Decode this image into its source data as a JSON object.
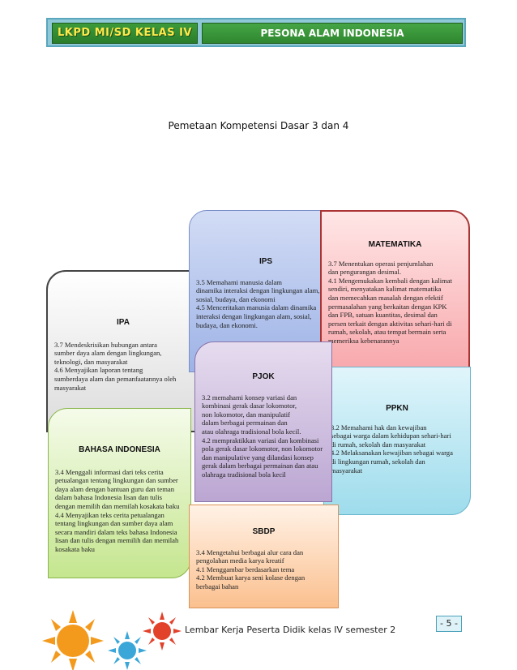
{
  "header": {
    "left_label": "LKPD MI/SD KELAS  IV",
    "right_label": "PESONA ALAM INDONESIA"
  },
  "title": "Pemetaan Kompetensi Dasar 3 dan 4",
  "cards": {
    "ipa": {
      "title": "IPA",
      "body": "3.7 Mendeskrisikan hubungan antara\nsumber daya alam dengan lingkungan,\nteknologi, dan masyarakat\n4.6 Menyajikan laporan tentang\nsumberdaya alam dan pemanfaatannya oleh\nmasyarakat"
    },
    "ips": {
      "title": "IPS",
      "body": "3.5 Memahami manusia dalam\ndinamika interaksi dengan lingkungan alam,\nsosial, budaya, dan ekonomi\n4.5 Menceritakan manusia dalam dinamika\ninteraksi dengan lingkungan alam, sosial,\nbudaya, dan ekonomi."
    },
    "matematika": {
      "title": "MATEMATIKA",
      "body": "3.7 Menentukan operasi penjumlahan\ndan pengurangan desimal.\n4.1 Mengemukakan kembali dengan kalimat\nsendiri, menyatakan kalimat matematika\ndan memecahkan masalah dengan efektif\npermasalahan yang berkaitan dengan KPK\ndan FPB, satuan kuantitas, desimal dan\npersen terkait dengan aktivitas sehari-hari di\nrumah, sekolah, atau tempat bermain serta\nmemeriksa kebenarannya"
    },
    "pjok": {
      "title": "PJOK",
      "body": "3.2 memahami konsep variasi dan\nkombinasi gerak dasar lokomotor,\nnon lokomotor, dan manipulatif\ndalam berbagai permainan dan\natau olahraga tradisional bola kecil.\n4.2 mempraktikkan variasi dan kombinasi\npola gerak dasar lokomotor, non lokomotor\ndan manipulative yang dilandasi konsep\ngerak dalam berbagai permainan dan atau\nolahraga tradisional bola kecil"
    },
    "ppkn": {
      "title": "PPKN",
      "body": "3.2 Memahami hak dan kewajiban\nsebagai warga dalam kehidupan sehari-hari\ndi rumah, sekolah dan masyarakat\n4.2 Melaksanakan kewajiban sebagai warga\ndi lingkungan rumah, sekolah dan\nmasyarakat"
    },
    "bahasa_indonesia": {
      "title": "BAHASA INDONESIA",
      "body": "3.4 Menggali informasi dari teks cerita\npetualangan tentang lingkungan dan sumber\ndaya alam dengan bantuan guru dan teman\ndalam bahasa Indonesia lisan dan tulis\ndengan memilih dan memilah kosakata baku\n4.4 Menyajikan teks cerita petualangan\ntentang lingkungan dan sumber daya alam\nsecara mandiri dalam teks bahasa Indonesia\nlisan dan tulis dengan memilih dan memilah\nkosakata baku"
    },
    "sbdp": {
      "title": "SBDP",
      "body": "3.4 Mengetahui berbagai alur cara dan\npengolahan media karya kreatif\n4.1 Menggambar berdasarkan tema\n4.2 Membuat karya seni kolase dengan\nberbagai bahan"
    }
  },
  "page_number": "- 5 -",
  "footer": "Lembar Kerja Peserta Didik kelas IV semester 2",
  "colors": {
    "header_green": "#2f872f",
    "header_frame": "#8fc9d8",
    "header_left_text": "#ffe94a",
    "sun_orange": "#f39a1d",
    "sun_red": "#e2412a",
    "sun_blue": "#3aa7d8"
  }
}
